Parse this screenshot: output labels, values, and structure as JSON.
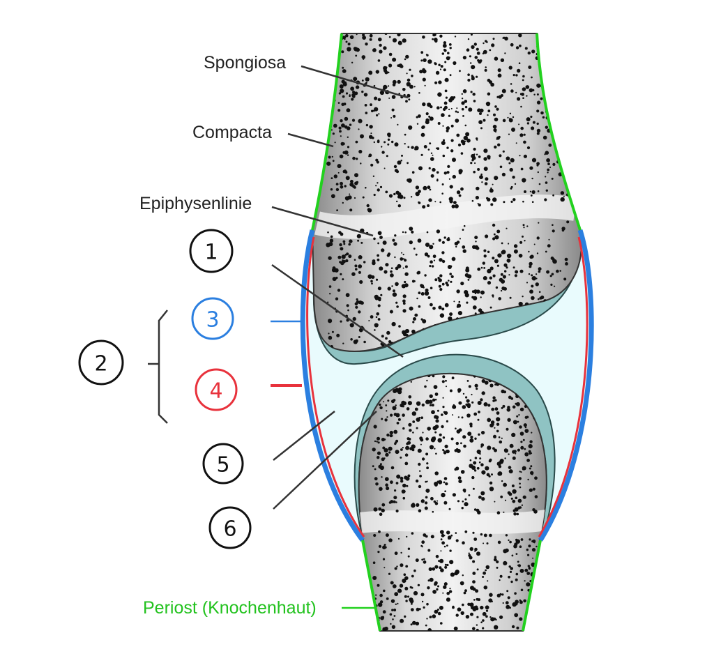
{
  "title": "Gelenk – Aufbau",
  "labels": {
    "spongiosa": "Spongiosa",
    "compacta": "Compacta",
    "epiphysenlinie": "Epiphysenlinie",
    "periost": "Periost (Knochenhaut)"
  },
  "markers": [
    {
      "n": "1",
      "color": "#111111"
    },
    {
      "n": "2",
      "color": "#111111"
    },
    {
      "n": "3",
      "color": "#2b7fe0"
    },
    {
      "n": "4",
      "color": "#e8323c"
    },
    {
      "n": "5",
      "color": "#111111"
    },
    {
      "n": "6",
      "color": "#111111"
    }
  ],
  "colors": {
    "periost": "#22d11e",
    "outer_capsule": "#2b7fe0",
    "inner_capsule": "#e8323c",
    "cartilage": "#8fc3c3",
    "joint_space": "#e9fbfd"
  }
}
